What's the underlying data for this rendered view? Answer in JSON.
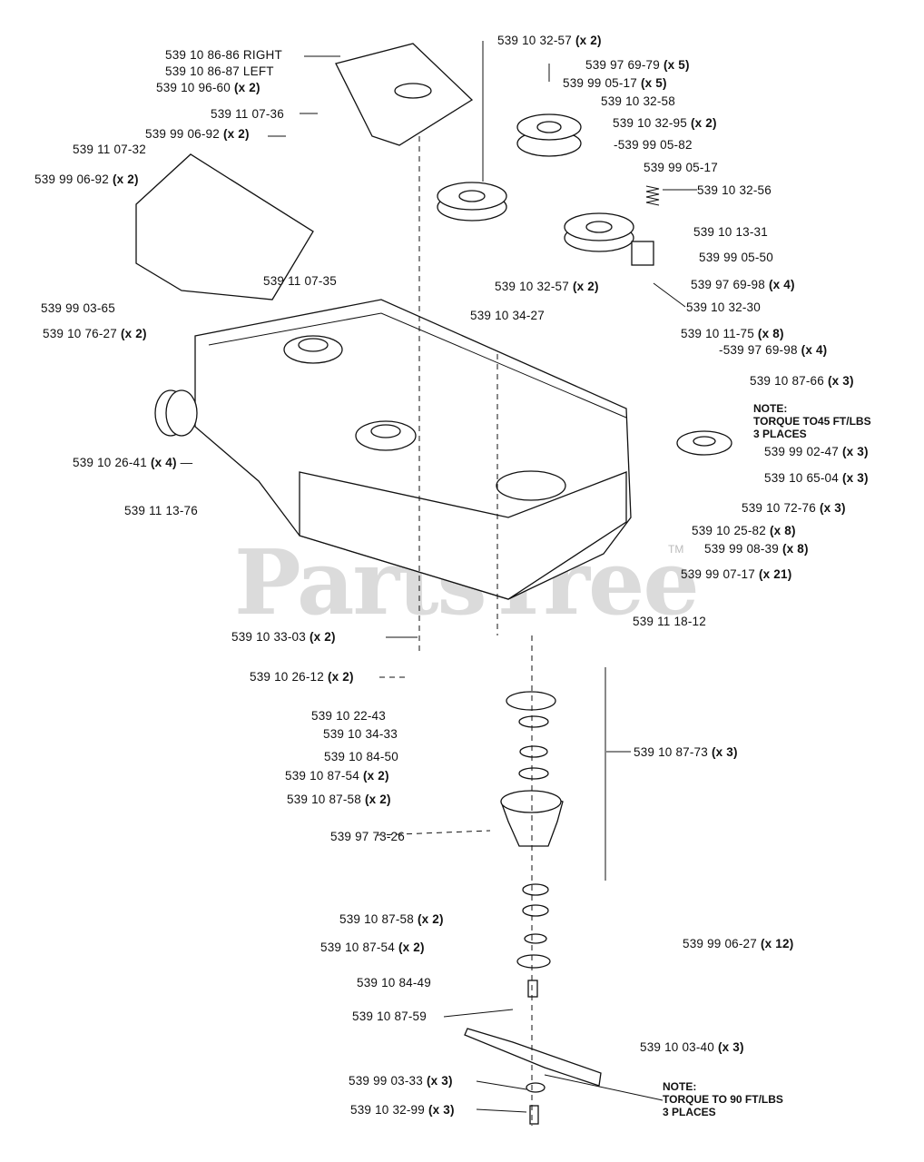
{
  "watermark": "PartsTree",
  "trademark": "TM",
  "labels": [
    {
      "id": "l01",
      "code": "539 10 86-86 RIGHT",
      "qty": ""
    },
    {
      "id": "l02",
      "code": "539 10 86-87 LEFT",
      "qty": ""
    },
    {
      "id": "l03",
      "code": "539 10 96-60",
      "qty": "(x 2)"
    },
    {
      "id": "l04",
      "code": "539 11 07-36",
      "qty": ""
    },
    {
      "id": "l05",
      "code": "539 99 06-92",
      "qty": "(x 2)"
    },
    {
      "id": "l06",
      "code": "539 11 07-32",
      "qty": ""
    },
    {
      "id": "l07",
      "code": "539 99 06-92",
      "qty": "(x 2)"
    },
    {
      "id": "l08",
      "code": "539 99 03-65",
      "qty": ""
    },
    {
      "id": "l09",
      "code": "539 10 76-27",
      "qty": "(x 2)"
    },
    {
      "id": "l10",
      "code": "539 11 07-35",
      "qty": ""
    },
    {
      "id": "l11",
      "code": "539 10 32-57",
      "qty": "(x 2)"
    },
    {
      "id": "l12",
      "code": "539 97 69-79",
      "qty": "(x 5)"
    },
    {
      "id": "l13",
      "code": "539 99 05-17",
      "qty": "(x 5)"
    },
    {
      "id": "l14",
      "code": "539 10 32-58",
      "qty": ""
    },
    {
      "id": "l15",
      "code": "539 10 32-95",
      "qty": "(x 2)"
    },
    {
      "id": "l16",
      "code": "-539 99 05-82",
      "qty": ""
    },
    {
      "id": "l17",
      "code": "539 99 05-17",
      "qty": ""
    },
    {
      "id": "l18",
      "code": "539 10 32-56",
      "qty": ""
    },
    {
      "id": "l19",
      "code": "539 10 13-31",
      "qty": ""
    },
    {
      "id": "l20",
      "code": "539 99 05-50",
      "qty": ""
    },
    {
      "id": "l21",
      "code": "539 10 32-57",
      "qty": "(x 2)"
    },
    {
      "id": "l22",
      "code": "539 97 69-98",
      "qty": "(x 4)"
    },
    {
      "id": "l23",
      "code": "539 10 32-30",
      "qty": ""
    },
    {
      "id": "l24",
      "code": "539 10 34-27",
      "qty": ""
    },
    {
      "id": "l25",
      "code": "539 10 11-75",
      "qty": "(x 8)"
    },
    {
      "id": "l26",
      "code": "-539 97 69-98",
      "qty": "(x 4)"
    },
    {
      "id": "l27",
      "code": "539 10 87-66",
      "qty": "(x 3)"
    },
    {
      "id": "l28",
      "code": "539 99 02-47",
      "qty": "(x 3)"
    },
    {
      "id": "l29",
      "code": "539 10 65-04",
      "qty": "(x 3)"
    },
    {
      "id": "l30",
      "code": "539 10 72-76",
      "qty": "(x 3)"
    },
    {
      "id": "l31",
      "code": "539 10 25-82",
      "qty": "(x 8)"
    },
    {
      "id": "l32",
      "code": "539 99 08-39",
      "qty": "(x 8)"
    },
    {
      "id": "l33",
      "code": "539 99 07-17",
      "qty": "(x 21)"
    },
    {
      "id": "l34",
      "code": "539 10 26-41",
      "qty": "(x 4)"
    },
    {
      "id": "l35",
      "code": "539 11 13-76",
      "qty": ""
    },
    {
      "id": "l36",
      "code": "539 11 18-12",
      "qty": ""
    },
    {
      "id": "l37",
      "code": "539 10 33-03",
      "qty": "(x 2)"
    },
    {
      "id": "l38",
      "code": "539 10 26-12",
      "qty": "(x 2)"
    },
    {
      "id": "l39",
      "code": "539 10 22-43",
      "qty": ""
    },
    {
      "id": "l40",
      "code": "539 10 34-33",
      "qty": ""
    },
    {
      "id": "l41",
      "code": "539 10 84-50",
      "qty": ""
    },
    {
      "id": "l42",
      "code": "539 10 87-54",
      "qty": "(x 2)"
    },
    {
      "id": "l43",
      "code": "539 10 87-58",
      "qty": "(x 2)"
    },
    {
      "id": "l44",
      "code": "539 10 87-73",
      "qty": "(x 3)"
    },
    {
      "id": "l45",
      "code": "539 97 73-26",
      "qty": ""
    },
    {
      "id": "l46",
      "code": "539 10 87-58",
      "qty": "(x 2)"
    },
    {
      "id": "l47",
      "code": "539 10 87-54",
      "qty": "(x 2)"
    },
    {
      "id": "l48",
      "code": "539 10 84-49",
      "qty": ""
    },
    {
      "id": "l49",
      "code": "539 99 06-27",
      "qty": "(x 12)"
    },
    {
      "id": "l50",
      "code": "539 10 87-59",
      "qty": ""
    },
    {
      "id": "l51",
      "code": "539 10 03-40",
      "qty": "(x 3)"
    },
    {
      "id": "l52",
      "code": "539 99 03-33",
      "qty": "(x 3)"
    },
    {
      "id": "l53",
      "code": "539 10 32-99",
      "qty": "(x 3)"
    }
  ],
  "notes": [
    {
      "id": "n1",
      "lines": [
        "NOTE:",
        "TORQUE TO45 FT/LBS",
        "3 PLACES"
      ]
    },
    {
      "id": "n2",
      "lines": [
        "NOTE:",
        "TORQUE TO 90 FT/LBS",
        "3 PLACES"
      ]
    }
  ]
}
